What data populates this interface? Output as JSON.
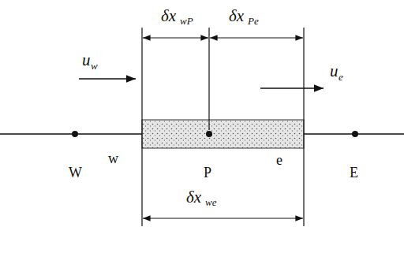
{
  "diagram": {
    "labels": [
      "δx",
      "wP",
      "δx",
      "Pe",
      "u",
      "w",
      "u",
      "e",
      "W",
      "w",
      "P",
      "e",
      "E",
      "δx",
      "we"
    ]
  }
}
